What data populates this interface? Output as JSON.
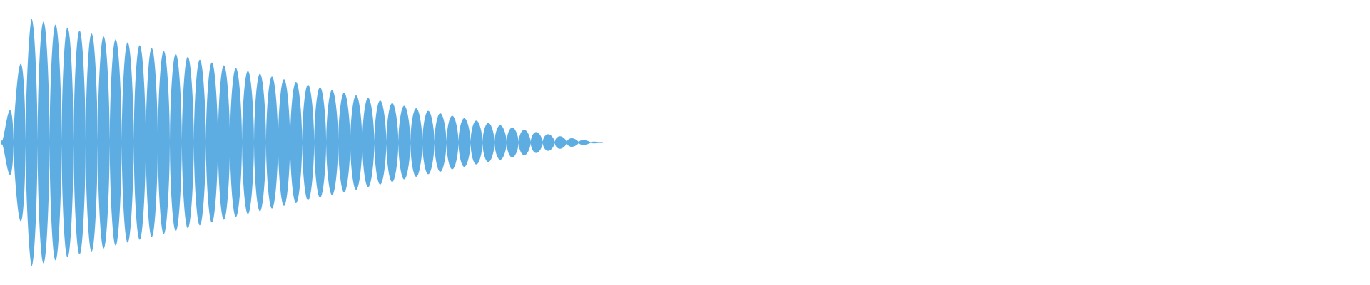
{
  "waveform": {
    "color": "#5dade2",
    "background": "#ffffff",
    "cycles": 50,
    "peak_amplitude": 0.96,
    "decay_end_fraction": 0.44,
    "onset_cycles": 2.5
  }
}
